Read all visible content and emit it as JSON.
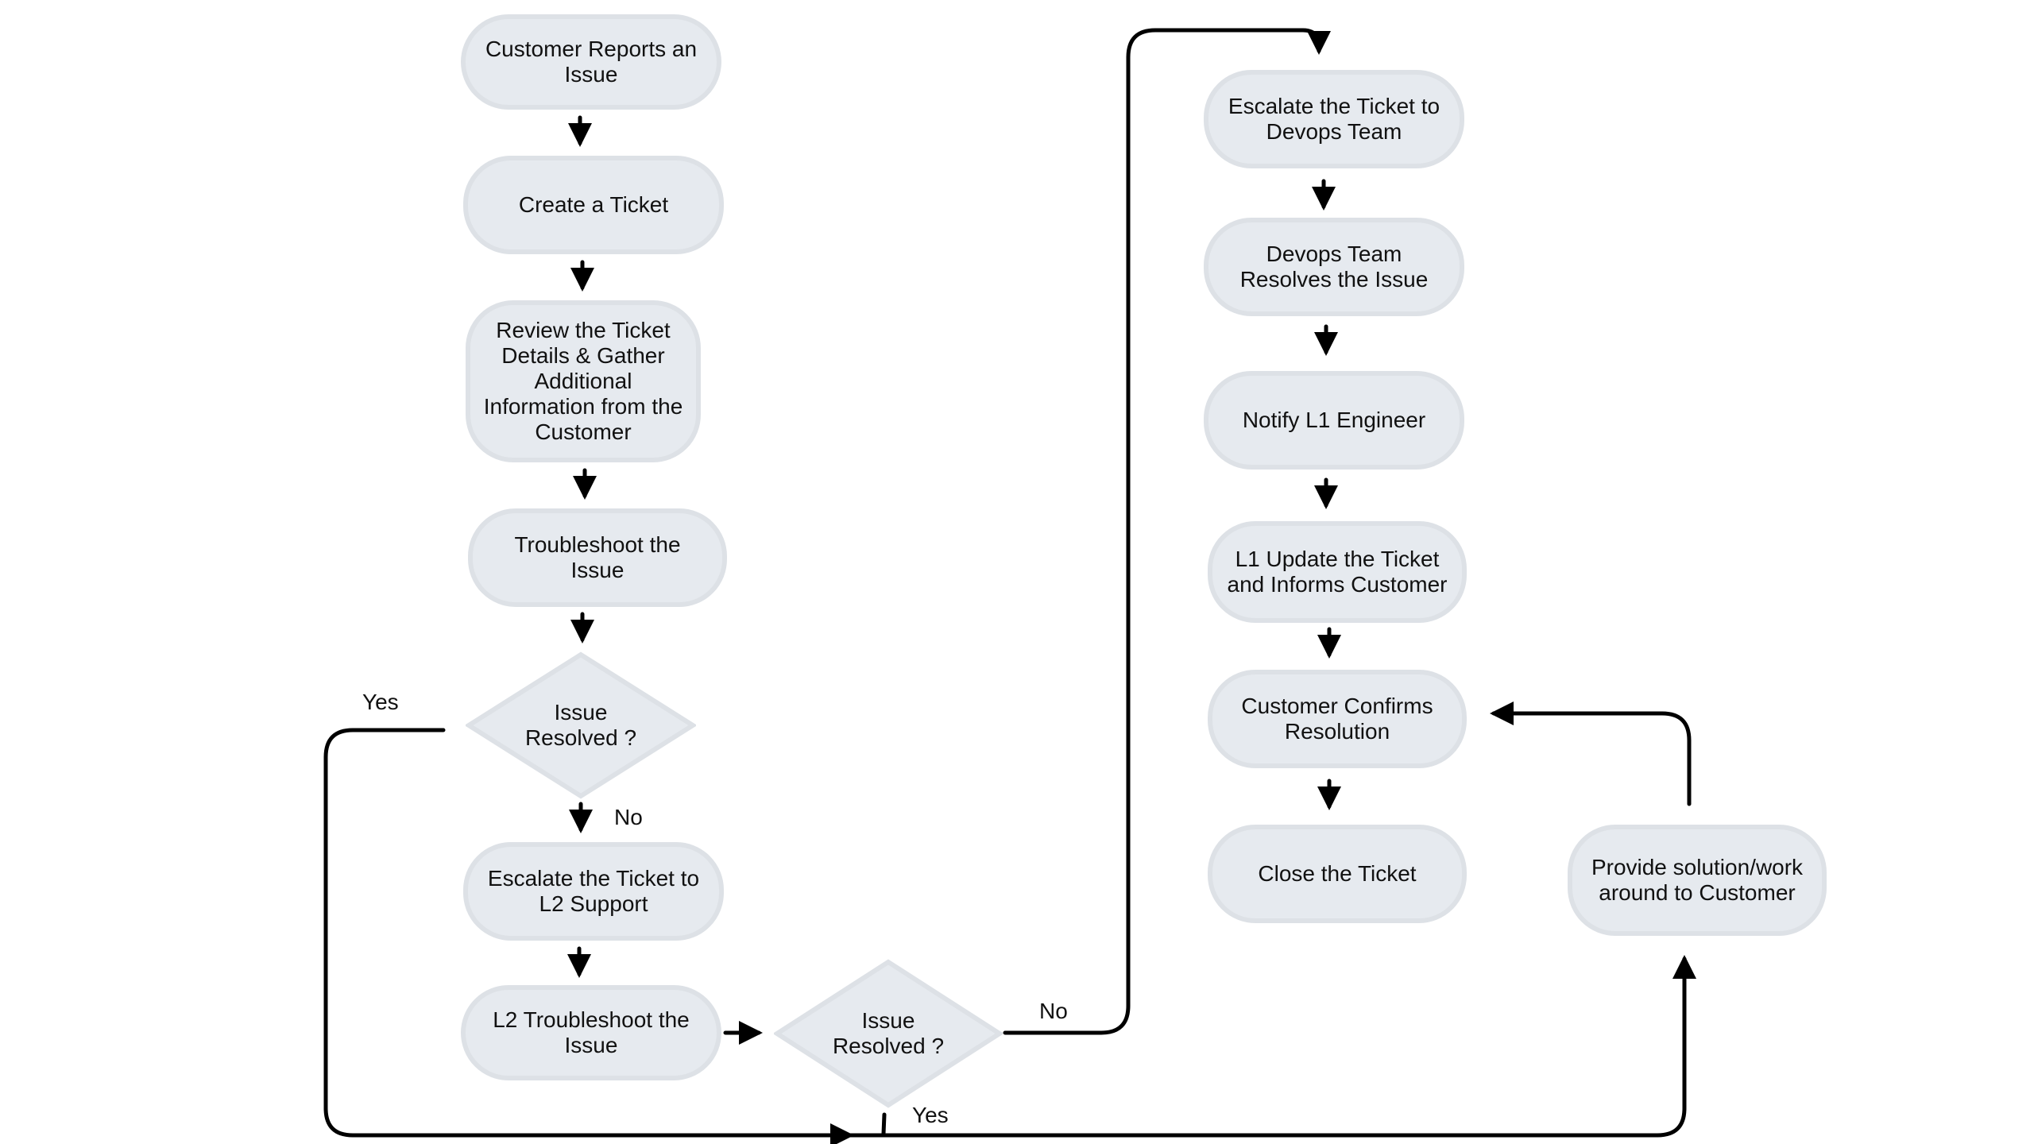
{
  "nodes": {
    "customer_reports": "Customer Reports an Issue",
    "create_ticket": "Create a Ticket",
    "review_ticket": "Review the Ticket Details & Gather Additional Information from the Customer",
    "troubleshoot": "Troubleshoot the Issue",
    "decision1": "Issue Resolved ?",
    "escalate_l2": "Escalate the Ticket to L2 Support",
    "l2_troubleshoot": "L2 Troubleshoot the Issue",
    "decision2": "Issue Resolved ?",
    "escalate_devops": "Escalate the Ticket to Devops Team",
    "devops_resolves": "Devops Team Resolves the Issue",
    "notify_l1": "Notify L1 Engineer",
    "l1_update": "L1 Update the Ticket and Informs Customer",
    "customer_confirms": "Customer Confirms Resolution",
    "close_ticket": "Close the Ticket",
    "provide_solution": "Provide solution/work around to Customer"
  },
  "labels": {
    "yes": "Yes",
    "no": "No"
  },
  "colors": {
    "node_fill": "#e6eaef",
    "node_border": "#dde1e6",
    "edge": "#000000"
  }
}
